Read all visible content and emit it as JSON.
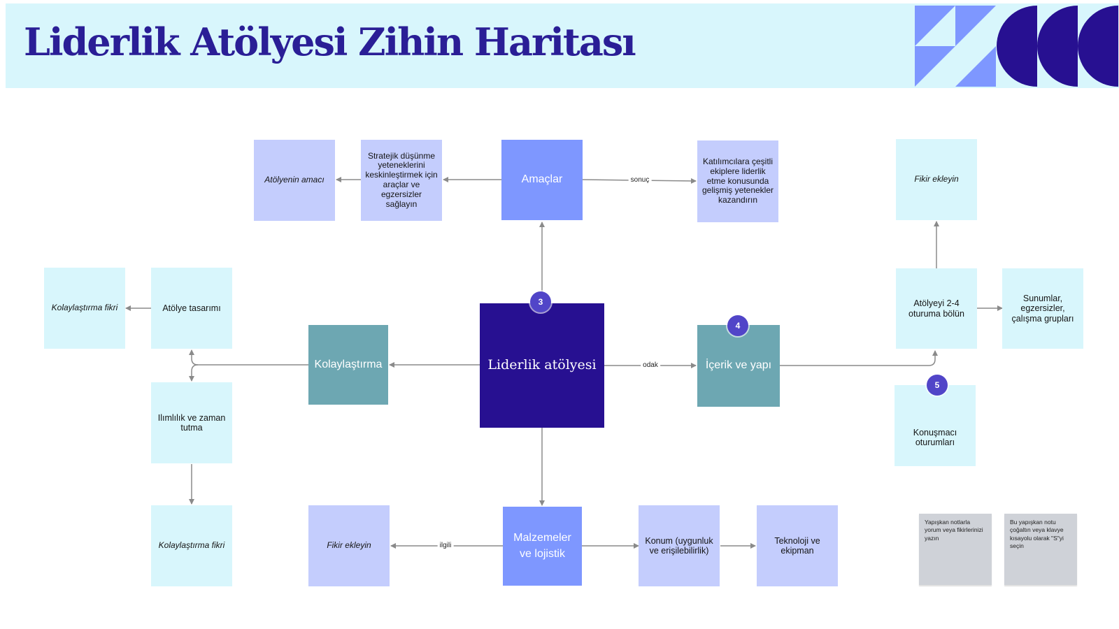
{
  "title": "Liderlik Atölyesi Zihin Haritası",
  "colors": {
    "navy": "#271091",
    "blue": "#7e97ff",
    "teal": "#6da7b2",
    "lavender": "#c4cdfd",
    "light_cyan": "#d8f6fc",
    "badge": "#5145c8",
    "connector": "#8a8a8a",
    "sticky": "#cfd2d8"
  },
  "central": {
    "label": "Liderlik atölyesi"
  },
  "branches": {
    "goals": {
      "label": "Amaçlar",
      "item": "Stratejik düşünme yeteneklerini keskinleştirmek için araçlar ve egzersizler sağlayın",
      "purpose": "Atölyenin amacı",
      "result": "Katılımcılara çeşitli ekiplere liderlik etme konusunda gelişmiş yetenekler kazandırın",
      "edge_label": "sonuç"
    },
    "facilitation": {
      "label": "Kolaylaştırma",
      "design": "Atölye tasarımı",
      "design_idea": "Kolaylaştırma fikri",
      "moderation": "Ilımlılık ve zaman tutma",
      "moderation_idea": "Kolaylaştırma fikri"
    },
    "content": {
      "label": "İçerik ve yapı",
      "edge_label": "odak",
      "sessions": "Atölyeyi 2-4 oturuma bölün",
      "add_idea": "Fikir ekleyin",
      "activities": "Sunumlar, egzersizler, çalışma grupları",
      "speakers": "Konuşmacı oturumları"
    },
    "materials": {
      "label": "Malzemeler ve lojistik",
      "edge_label": "ilgili",
      "add_idea": "Fikir ekleyin",
      "location": "Konum (uygunluk ve erişilebilirlik)",
      "tech": "Teknoloji ve ekipman"
    }
  },
  "badges": [
    "3",
    "4",
    "5"
  ],
  "stickies": [
    "Yapışkan notlarla yorum veya fikirlerinizi yazın",
    "Bu yapışkan notu çoğaltın veya klavye kısayolu olarak \"S\"yi seçin"
  ],
  "icons": [
    "triangle-pattern-icon",
    "half-circle-pattern-icon"
  ]
}
